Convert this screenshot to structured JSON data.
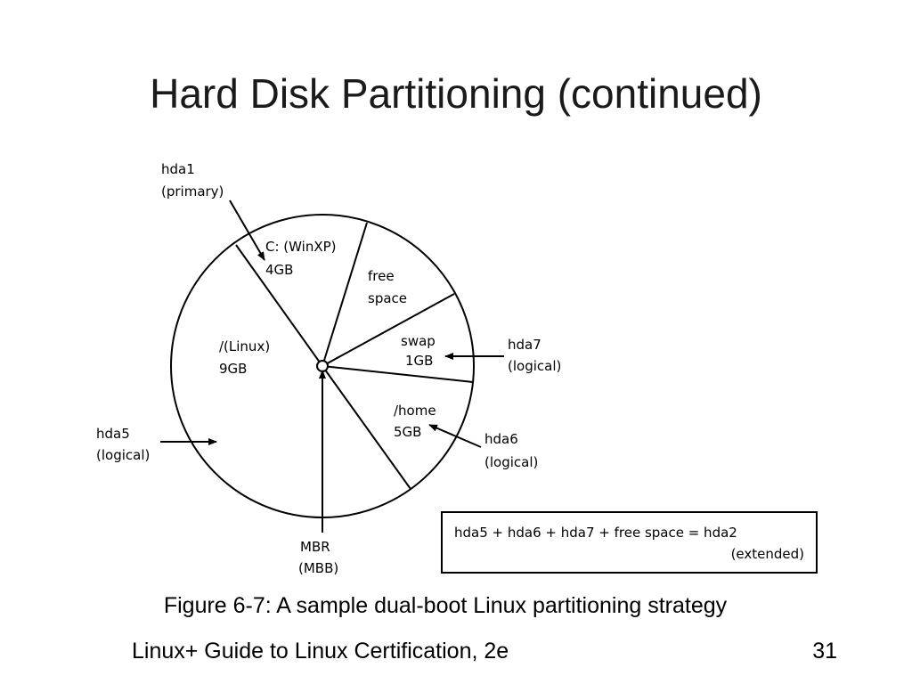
{
  "title": "Hard Disk Partitioning (continued)",
  "figure": {
    "partitions": [
      {
        "name": "C: (WinXP)",
        "size": "4GB"
      },
      {
        "name": "free",
        "size": "space"
      },
      {
        "name": "swap",
        "size": "1GB"
      },
      {
        "name": "/home",
        "size": "5GB"
      },
      {
        "name": "/(Linux)",
        "size": "9GB"
      }
    ],
    "callouts": {
      "hda1": {
        "name": "hda1",
        "type": "(primary)"
      },
      "hda7": {
        "name": "hda7",
        "type": "(logical)"
      },
      "hda6": {
        "name": "hda6",
        "type": "(logical)"
      },
      "hda5": {
        "name": "hda5",
        "type": "(logical)"
      },
      "mbr": {
        "name": "MBR",
        "type": "(MBB)"
      }
    },
    "legend": {
      "equation": "hda5 + hda6 + hda7 + free space = hda2",
      "note": "(extended)"
    }
  },
  "caption": "Figure 6-7: A sample dual-boot Linux partitioning strategy",
  "footer": {
    "book": "Linux+ Guide to Linux Certification, 2e",
    "page": "31"
  }
}
